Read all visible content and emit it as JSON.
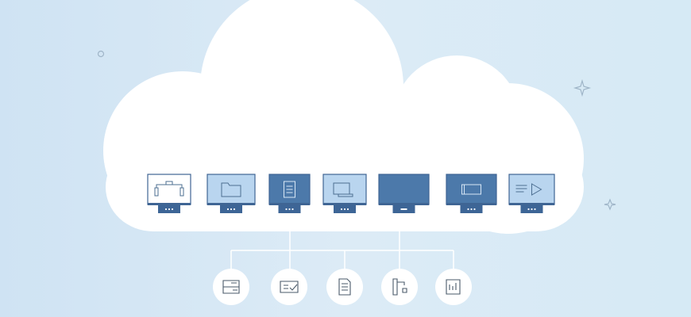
{
  "colors": {
    "light": "#b9d5ef",
    "dark": "#4c79aa",
    "white": "#ffffff",
    "stroke": "#3f6594"
  },
  "monitors": [
    {
      "icon": "flow-diagram-icon",
      "style": "white"
    },
    {
      "icon": "folder-icon",
      "style": "light"
    },
    {
      "icon": "document-chart-icon",
      "style": "dark"
    },
    {
      "icon": "laptop-icon",
      "style": "light"
    },
    {
      "icon": "blank-screen-icon",
      "style": "dark"
    },
    {
      "icon": "camera-icon",
      "style": "dark"
    },
    {
      "icon": "play-list-icon",
      "style": "light"
    }
  ],
  "nodes": [
    {
      "icon": "form-icon"
    },
    {
      "icon": "approved-message-icon"
    },
    {
      "icon": "document-icon"
    },
    {
      "icon": "workflow-icon"
    },
    {
      "icon": "bar-chart-icon"
    }
  ]
}
